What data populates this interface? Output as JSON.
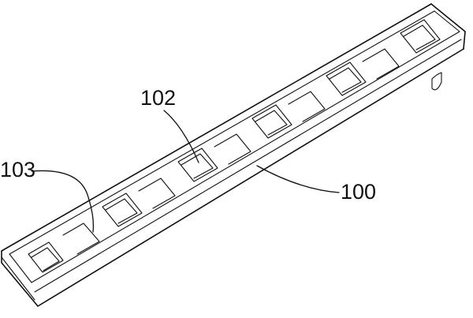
{
  "figure": {
    "labels": {
      "housing": "100",
      "pad": "102",
      "recess": "103"
    },
    "stroke_color": "#111111",
    "background_color": "#ffffff"
  }
}
